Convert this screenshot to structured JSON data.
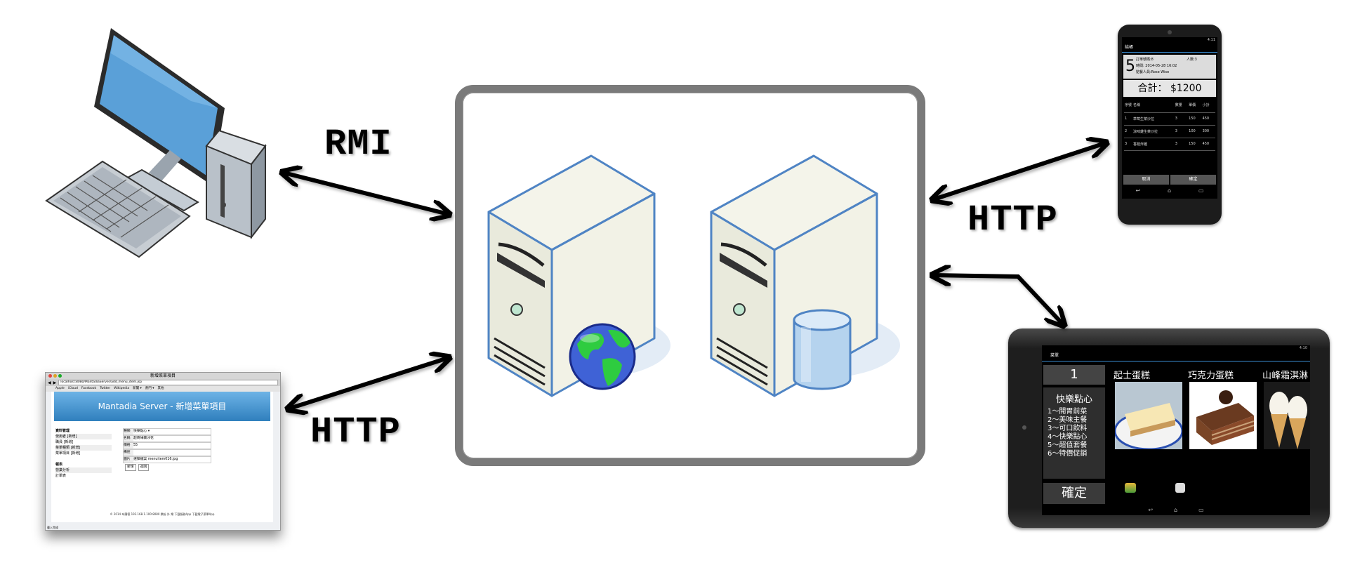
{
  "labels": {
    "rmi": "RMI",
    "http_left": "HTTP",
    "http_right": "HTTP"
  },
  "nodes": {
    "desktop": "desktop-computer",
    "browser": "browser-window",
    "web_server": "web-server",
    "db_server": "database-server",
    "phone": "android-phone",
    "tablet": "android-tablet"
  },
  "browser": {
    "window_title": "新增菜單項目",
    "url": "localhost:8080/MantadiaServer/add_menu_item.jsp",
    "bookmarks": [
      "Apple",
      "iCloud",
      "Facebook",
      "Twitter",
      "Wikipedia",
      "新聞 ▾",
      "熱門 ▾",
      "其他"
    ],
    "header": "Mantadia Server - 新增菜單項目",
    "sidebar_section1": "資料管理",
    "sidebar_rows": [
      "使用者  [新增]",
      "職員  [新增]",
      "菜單種類  [新增]",
      "菜單項目  [新增]"
    ],
    "sidebar_section2": "報表",
    "sidebar_rows2": [
      "營業分析",
      "訂單表"
    ],
    "form_labels": [
      "種類",
      "名稱",
      "價格",
      "備註",
      "圖片"
    ],
    "form_values": [
      "快樂點心 ▾",
      "超商綠蘭冰花",
      "55",
      "",
      "選擇檔案 menuitem016.jpg"
    ],
    "form_buttons": [
      "新增",
      "返回"
    ],
    "footer": "© 2014 布蘭德 192.168.1.100:8080 樂紛 外 樂 下載服務App 下載電子菜單App",
    "status": "載入完成"
  },
  "phone": {
    "status_time": "4:11",
    "app_title": "結帳",
    "table_number": "5",
    "info_order": "訂單號碼:8",
    "info_people": "人數:3",
    "info_time": "時間:  2014-05-28 16:02",
    "info_staff": "點餐人員:Rose Wise",
    "total": "合計： $1200",
    "columns": [
      "序號",
      "名稱",
      "數量",
      "單價",
      "小計"
    ],
    "rows": [
      [
        "1",
        "草莓生菜沙拉",
        "3",
        "150",
        "450"
      ],
      [
        "2",
        "涼味雞生菜沙拉",
        "3",
        "100",
        "300"
      ],
      [
        "3",
        "香醋炸雞",
        "3",
        "150",
        "450"
      ]
    ],
    "cancel": "取消",
    "confirm": "確定"
  },
  "tablet": {
    "status_time": "4:10",
    "app_title": "菜單",
    "table_number": "1",
    "category_title": "快樂點心",
    "categories": [
      "1～開胃前菜",
      "2～美味主餐",
      "3～可口飲料",
      "4～快樂點心",
      "5～超值套餐",
      "6～特價促銷"
    ],
    "confirm": "確定",
    "items": [
      "起士蛋糕",
      "巧克力蛋糕",
      "山峰霜淇淋"
    ]
  },
  "colors": {
    "server_frame": "#7a7a7a",
    "server_body": "#eeefe2",
    "server_edge": "#4f84c4",
    "monitor_screen": "#5aa0d8",
    "browser_header": "#3b8dc6",
    "device_screen": "#000000"
  }
}
